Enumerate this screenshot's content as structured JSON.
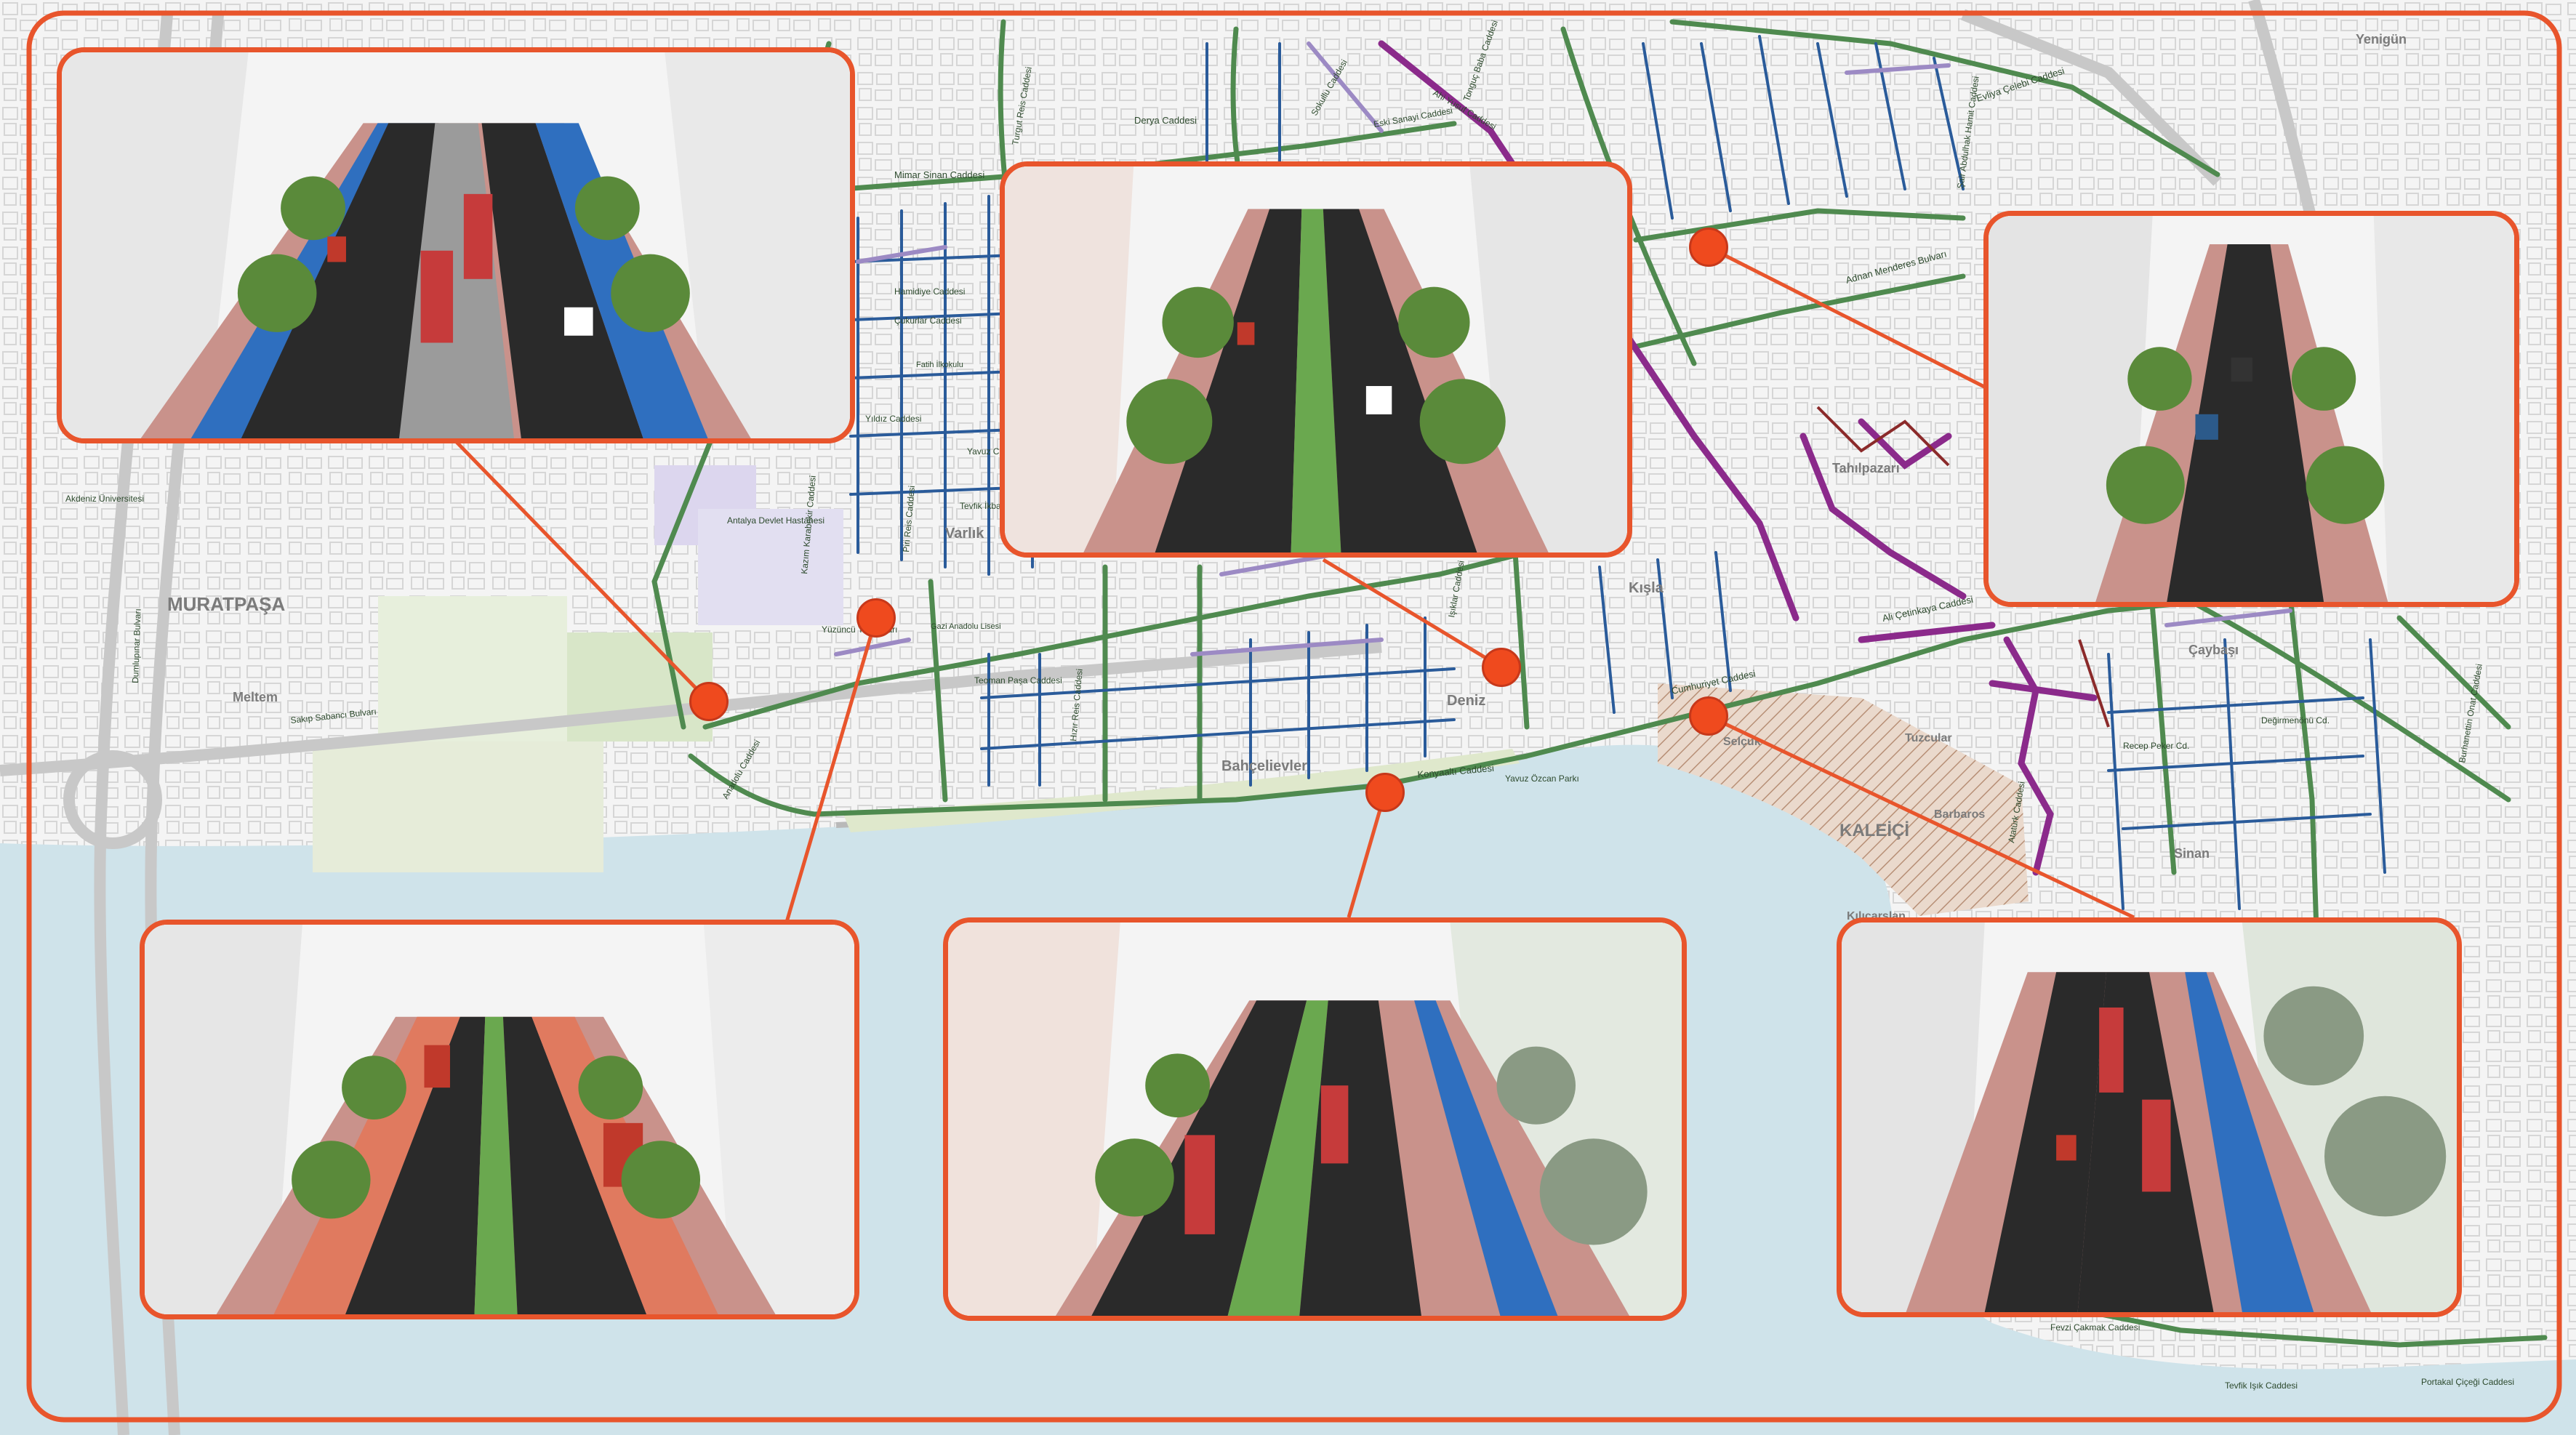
{
  "districts": {
    "muratpasa": "MURATPAŞA",
    "kaleici": "KALEİÇİ",
    "varlik": "Varlık",
    "kisla": "Kışla",
    "deniz": "Deniz",
    "bahcelievler": "Bahçelievler",
    "meltem": "Meltem",
    "caybasi": "Çaybaşı",
    "sinan": "Sinan",
    "tahilpazari": "Tahılpazarı",
    "yenigun": "Yenigün",
    "selcuk": "Selçuk",
    "tuzcular": "Tuzcular",
    "barbaros": "Barbaros",
    "kilicarslan": "Kılıçarslan"
  },
  "streets": {
    "mimar_sinan": "Mimar Sinan Caddesi",
    "derya": "Derya Caddesi",
    "turgut_reis": "Turgut Reis Caddesi",
    "adnan_menderes": "Adnan Menderes Bulvarı",
    "ahi_yusuf": "Ahi Yusuf Caddesi",
    "eski_sanayi": "Eski Sanayi Caddesi",
    "sokullu": "Sokullu Caddesi",
    "evliya_celebi": "Evliya Çelebi Caddesi",
    "sair_abdulhak": "Şair Abdulhak Hamit Caddesi",
    "hamidiye": "Hamidiye Caddesi",
    "cukurlar": "Çukurlar Caddesi",
    "yilda": "Yıldız Caddesi",
    "yavuz": "Yavuz Caddesi",
    "tevfik_ikbal": "Tevfik İkbal Caddesi",
    "piri_reis": "Piri Reis Caddesi",
    "kazim_karabekir": "Kazım Karabekir Caddesi",
    "yuzuncu_yil": "Yüzüncü Yıl Bulvarı",
    "teoman_pasa": "Teoman Paşa Caddesi",
    "isiklar": "Işıklar Caddesi",
    "hizir_reis": "Hızır Reis Caddesi",
    "konyaalti": "Konyaaltı Caddesi",
    "cumhuriyet": "Cumhuriyet Caddesi",
    "ali_cetinkaya": "Ali Çetinkaya Caddesi",
    "dumlupinar": "Dumlupınar Bulvarı",
    "sakip_sabanci": "Sakıp Sabancı Bulvarı",
    "tonguc_baba": "Tonguç Baba Caddesi",
    "tevfik_isik": "Tevfik Işık Caddesi",
    "fevzi_cakmak": "Fevzi Çakmak Caddesi",
    "portakal_cicegi": "Portakal Çiçeği Caddesi",
    "burhanettin_onat": "Burhanettin Onat Caddesi",
    "anadolu": "Anadolu Caddesi",
    "akdeniz_univ": "Akdeniz Üniversitesi",
    "antalya_devlet": "Antalya Devlet Hastanesi",
    "yavuz_ozcan": "Yavuz Özcan Parkı",
    "fatih_ilkokulu": "Fatih İlkokulu",
    "gazi_anadolu": "Gazi Anadolu Lisesi",
    "degirmenonu": "Değirmenönü Cd.",
    "recep_peker": "Recep Peker Cd.",
    "ataturk": "Atatürk Caddesi"
  },
  "colors": {
    "frame": "#e8552c",
    "marker": "#ef4a1e",
    "sea": "#cfe3ea",
    "green_route": "#4f8a4f",
    "blue_route": "#2a5b9a",
    "lilac_route": "#9c8ac4",
    "purple_route": "#8b2a8b",
    "tram_bike": "#1f78c8",
    "road": "#2a2a2a",
    "pavement": "#c9928b",
    "median": "#6aa84f"
  },
  "icons": {
    "marker": "orange-circle-marker",
    "tree": "orange-tree-icon"
  }
}
